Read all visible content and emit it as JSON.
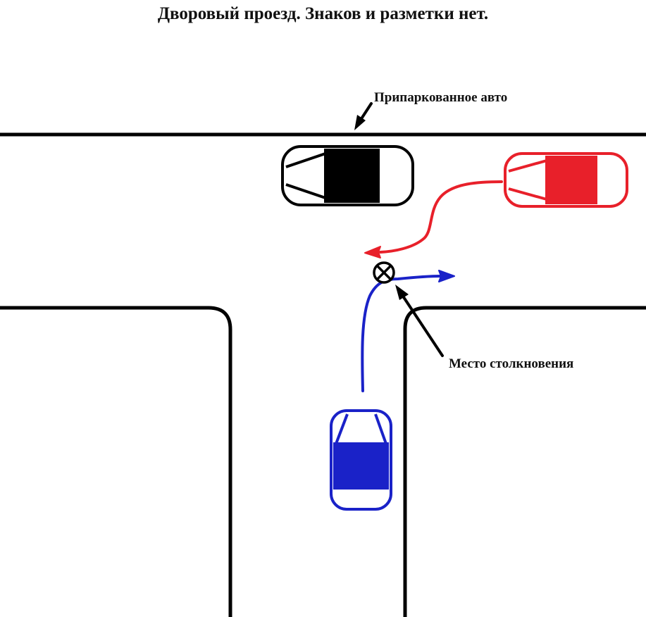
{
  "title": "Дворовый проезд. Знаков и разметки нет.",
  "labels": {
    "parked_car": "Припаркованное авто",
    "collision_point": "Место столкновения"
  },
  "colors": {
    "road_edge": "#000000",
    "parked_car": "#000000",
    "red_car": "#e8202a",
    "blue_car": "#1a22c8",
    "pointer": "#000000"
  },
  "icons": {
    "collision_marker": "circled-x-icon"
  }
}
